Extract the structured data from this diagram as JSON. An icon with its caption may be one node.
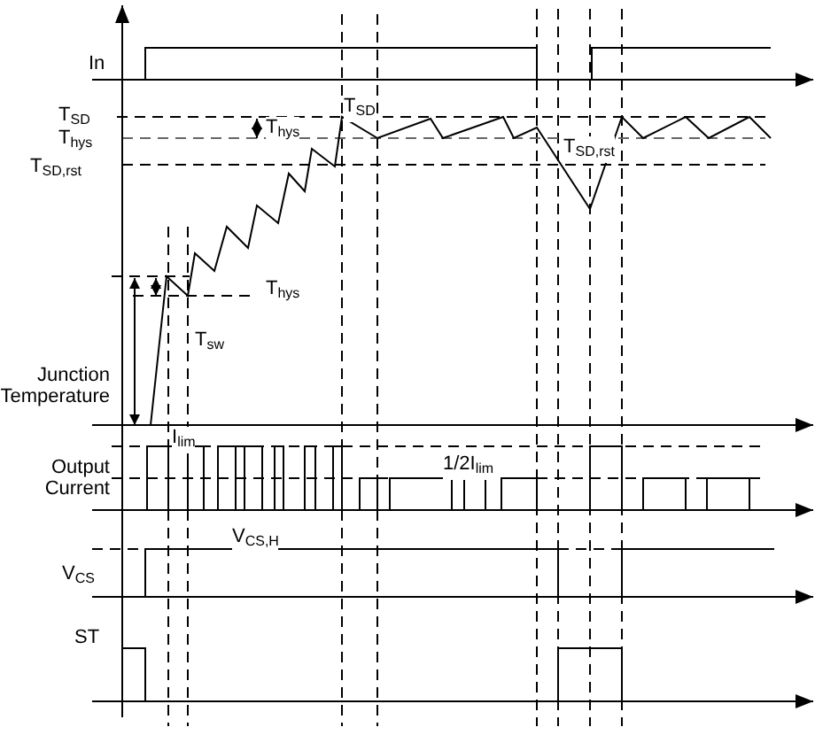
{
  "diagram": {
    "labels": [
      "In",
      "T$_{SD}$",
      "T$_{SD}$",
      "T$_{hys}$",
      "T$_{hys}$",
      "T$_{SD,rst}$",
      "T$_{SD,rst}$",
      "T$_{hys}$",
      "T$_{sw}$",
      "Junction Temperature",
      "I$_{lim}$",
      "Output Current",
      "1/2I$_{lim}$",
      "V$_{CS,H}$",
      "V$_{CS}$",
      "ST"
    ]
  }
}
